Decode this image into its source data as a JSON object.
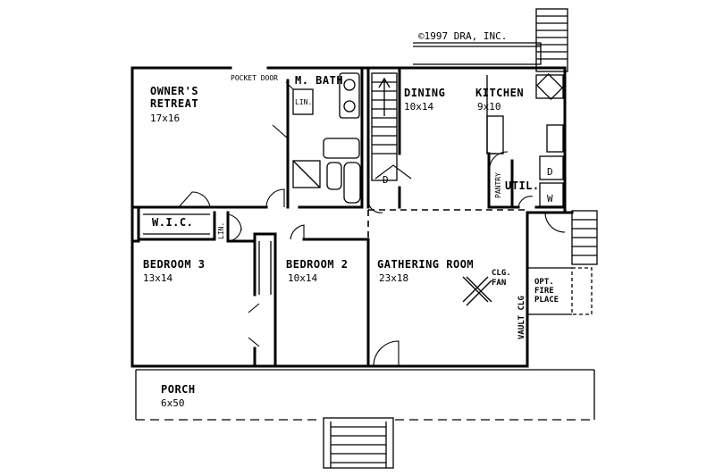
{
  "copyright": "©1997 DRA, INC.",
  "rooms": {
    "owners_retreat": {
      "name_line1": "OWNER'S",
      "name_line2": "RETREAT",
      "size": "17x16"
    },
    "master_bath": {
      "name": "M. BATH"
    },
    "pocket_door": {
      "label": "POCKET DOOR"
    },
    "linen_bath": {
      "label": "LIN."
    },
    "dining": {
      "name": "DINING",
      "size": "10x14"
    },
    "kitchen": {
      "name": "KITCHEN",
      "size": "9x10"
    },
    "pantry": {
      "label": "PANTRY"
    },
    "utility": {
      "label": "UTIL."
    },
    "wic": {
      "label": "W.I.C."
    },
    "linen_hall": {
      "label": "LIN."
    },
    "bedroom3": {
      "name": "BEDROOM 3",
      "size": "13x14"
    },
    "bedroom2": {
      "name": "BEDROOM 2",
      "size": "10x14"
    },
    "gathering_room": {
      "name": "GATHERING ROOM",
      "size": "23x18"
    },
    "porch": {
      "name": "PORCH",
      "size": "6x50"
    }
  },
  "annotations": {
    "ceiling_fan_line1": "CLG.",
    "ceiling_fan_line2": "FAN",
    "fireplace_line1": "OPT.",
    "fireplace_line2": "FIRE",
    "fireplace_line3": "PLACE",
    "vault_clg": "VAULT CLG",
    "dryer": "D",
    "washer": "W"
  }
}
